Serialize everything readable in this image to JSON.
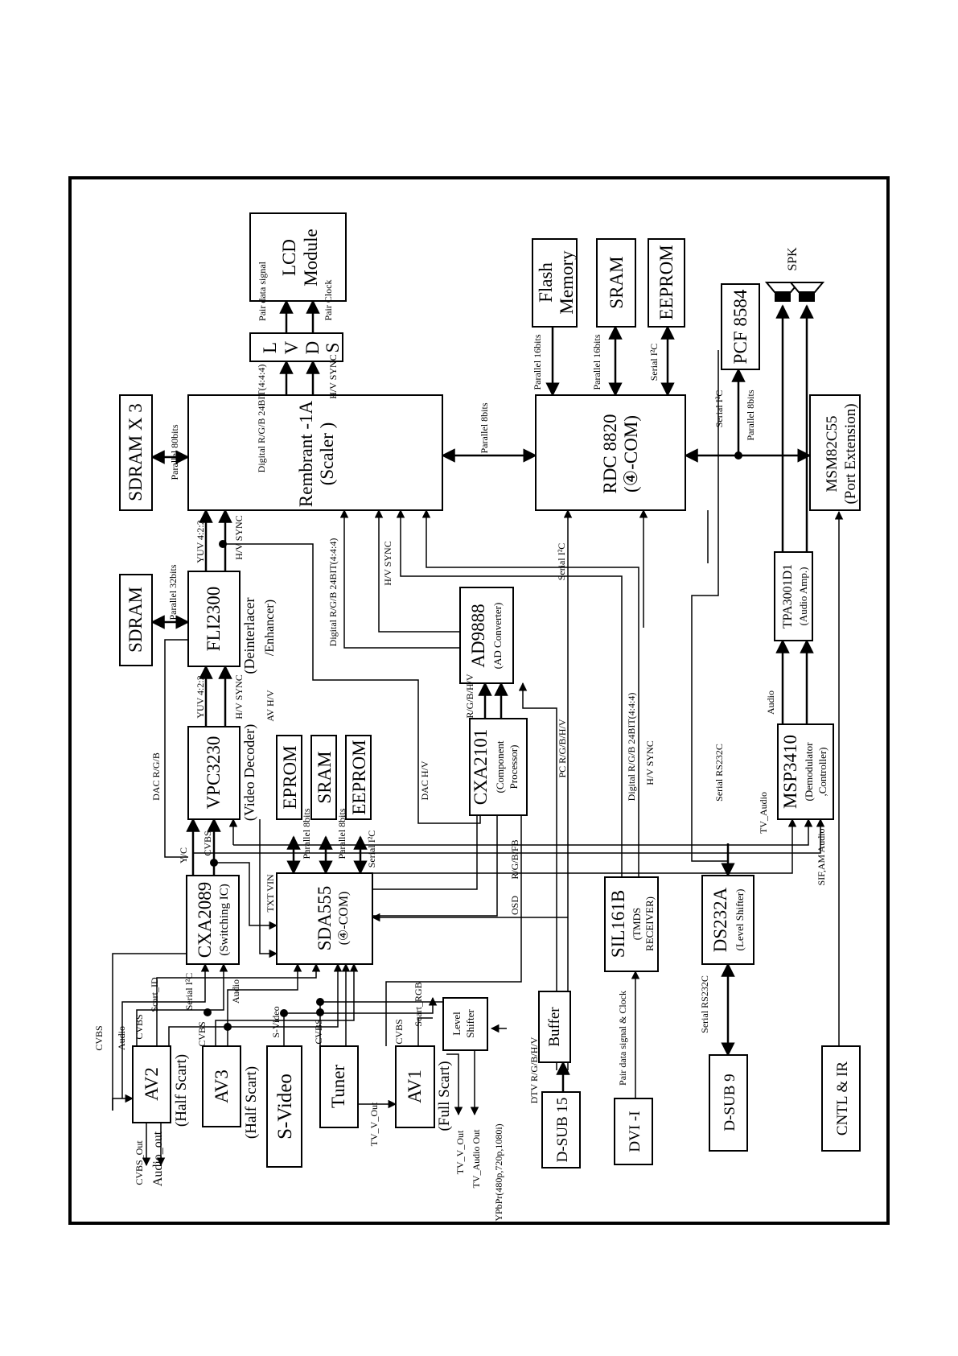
{
  "blocks": {
    "sdram_x3": {
      "name": "SDRAM X 3"
    },
    "rembrant": {
      "name": "Rembrant -1A",
      "sub": "(Scaler )"
    },
    "lvds": {
      "l": "L",
      "v": "V",
      "d": "D",
      "s": "S"
    },
    "lcd": {
      "line1": "LCD",
      "line2": "Module"
    },
    "flash": {
      "line1": "Flash",
      "line2": "Memory"
    },
    "sram_top": {
      "name": "SRAM"
    },
    "eeprom_top": {
      "name": "EEPROM"
    },
    "pcf": {
      "name": "PCF 8584"
    },
    "rdc": {
      "name": "RDC 8820",
      "sub": "(④-COM)"
    },
    "msm": {
      "name": "MSM82C55",
      "sub": "(Port Extension)"
    },
    "tpa": {
      "name": "TPA3001D1",
      "sub": "(Audio Amp.)"
    },
    "sdram": {
      "name": "SDRAM"
    },
    "fli": {
      "name": "FLI2300",
      "sub1": "(Deinterlacer",
      "sub2": "/Enhancer)"
    },
    "vpc": {
      "name": "VPC3230",
      "sub": "(Video Decoder)"
    },
    "eprom": {
      "name": "EPROM"
    },
    "sram_mid": {
      "name": "SRAM"
    },
    "eeprom_mid": {
      "name": "EEPROM"
    },
    "ad9888": {
      "name": "AD9888",
      "sub": "(AD Converter)"
    },
    "cxa2101": {
      "name": "CXA2101",
      "sub1": "(Component",
      "sub2": "Processor)"
    },
    "msp": {
      "name": "MSP3410",
      "sub1": "(Demodulator",
      "sub2": ",Controller)"
    },
    "cxa2089": {
      "name": "CXA2089",
      "sub": "(Switching IC)"
    },
    "sda": {
      "name": "SDA555",
      "sub": "(④-COM)"
    },
    "sil": {
      "name": "SIL161B",
      "sub1": "(TMDS",
      "sub2": "RECEIVER)"
    },
    "ds232": {
      "name": "DS232A",
      "sub": "(Level Shifter)"
    },
    "level_shifter": {
      "line1": "Level",
      "line2": "Shifter"
    },
    "buffer": {
      "name": "Buffer"
    },
    "av2": {
      "name": "AV2",
      "sub": "(Half Scart)"
    },
    "av3": {
      "name": "AV3",
      "sub": "(Half Scart)"
    },
    "svideo": {
      "name": "S-Video"
    },
    "tuner": {
      "name": "Tuner"
    },
    "av1": {
      "name": "AV1",
      "sub": "(Full Scart)"
    },
    "dsub15": {
      "name": "D-SUB 15"
    },
    "dvi": {
      "name": "DVI -I"
    },
    "dsub9": {
      "name": "D-SUB 9"
    },
    "cntl": {
      "name": "CNTL & IR"
    },
    "spk": {
      "name": "SPK"
    }
  },
  "signals": {
    "par80": "Parallel  80bits",
    "par32": "Parallel  32bits",
    "par8_mid": "Parallel  8bits",
    "par16_flash": "Parallel  16bits",
    "par16_sram": "Parallel  16bits",
    "serial_i2c_eeprom": "Serial I²C",
    "serial_i2c_pcf": "Serial I²C",
    "par8_msm": "Parallel  8bits",
    "digital_rgb_lvds": "Digital R/G/B 24BIT(4:4:4)",
    "hv_sync_lvds": "H/V SYNC",
    "pair_data": "Pair data signal",
    "pair_clock": "Pair Clock",
    "yuv_top": "YUV 4:2:2",
    "hv_sync_top": "H/V SYNC",
    "yuv_mid": "YUV 4:2:2",
    "hv_sync_mid": "H/V SYNC",
    "av_hv": "AV H/V",
    "dac_rgb": "DAC R/G/B",
    "digital_rgb_ad": "Digital R/G/B 24BIT(4:4:4)",
    "hv_sync_ad": "H/V SYNC",
    "serial_i2c_rdc": "Serial I²C",
    "rgbhv_ad": "R/G/B/H/V",
    "dac_hv": "DAC H/V",
    "pc_rgbhv": "PC R/G/B/H/V",
    "digital_rgb_sil": "Digital R/G/B 24BIT(4:4:4)",
    "hv_sync_sil": "H/V SYNC",
    "serial_rs232c": "Serial RS232C",
    "audio_tpa": "Audio",
    "tv_audio": "TV_Audio",
    "sif_am": "SIF,AM Audio",
    "yc": "Y/C",
    "cvbs_vpc": "CVBS",
    "txt_vin": "TXT VIN",
    "par8_eprom": "Parallel  8bits",
    "par8_sram": "Parallel  8bits",
    "serial_i2c_eeprom2": "Serial I²C",
    "osd": "OSD",
    "rgb_osd": "R/G/B/FB",
    "cvbs_av2": "CVBS",
    "audio_av2": "Audio",
    "cvbs_av2b": "CVBS",
    "scart_id": "Scart_ID",
    "serial_i2c_cxa": "Serial I²C",
    "audio_cxa": "Audio",
    "cvbs_av3": "CVBS",
    "svideo_sig": "S-Video",
    "cvbs_tuner": "CVBS",
    "cvbs_av1": "CVBS",
    "scart_rgb": "Scart_RGB",
    "dtv_rgbhv": "DTV R/G/B/H/V",
    "pair_data_clock": "Pair data signal & Clock",
    "serial_rs232c_dsub": "Serial RS232C",
    "cvbs_out": "CVBS_Out",
    "audio_out": "Audio_out",
    "tv_v_out_tuner": "TV_V_Out",
    "tv_v_out": "TV_V_Out",
    "tv_audio_out": "TV_Audio Out",
    "ypbpr": "YPbPr(480p,720p,1080i)"
  }
}
